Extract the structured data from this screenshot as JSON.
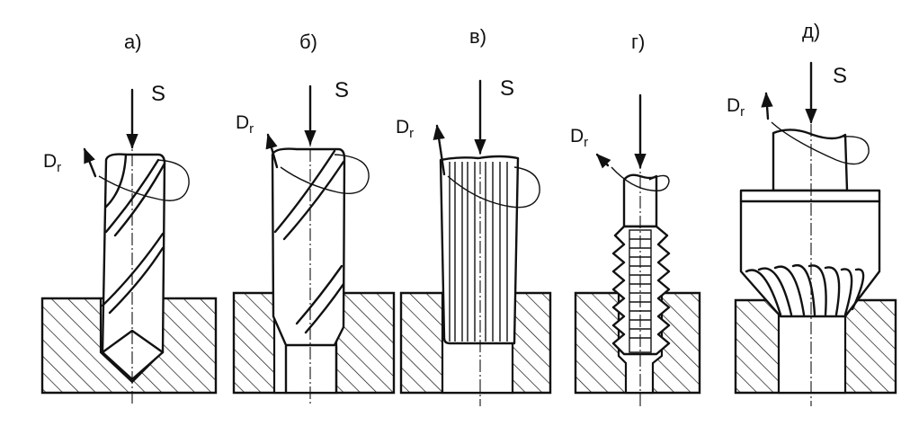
{
  "panels": [
    {
      "id": "a",
      "caption": "а)",
      "feed": "S",
      "rotation": "D",
      "rotation_sub": "r"
    },
    {
      "id": "b",
      "caption": "б)",
      "feed": "S",
      "rotation": "D",
      "rotation_sub": "r"
    },
    {
      "id": "v",
      "caption": "в)",
      "feed": "S",
      "rotation": "D",
      "rotation_sub": "r"
    },
    {
      "id": "g",
      "caption": "г)",
      "feed": "S",
      "rotation": "D",
      "rotation_sub": "r"
    },
    {
      "id": "d",
      "caption": "д)",
      "feed": "S",
      "rotation": "D",
      "rotation_sub": "r"
    }
  ],
  "colors": {
    "ink": "#111111",
    "paper": "#ffffff"
  }
}
